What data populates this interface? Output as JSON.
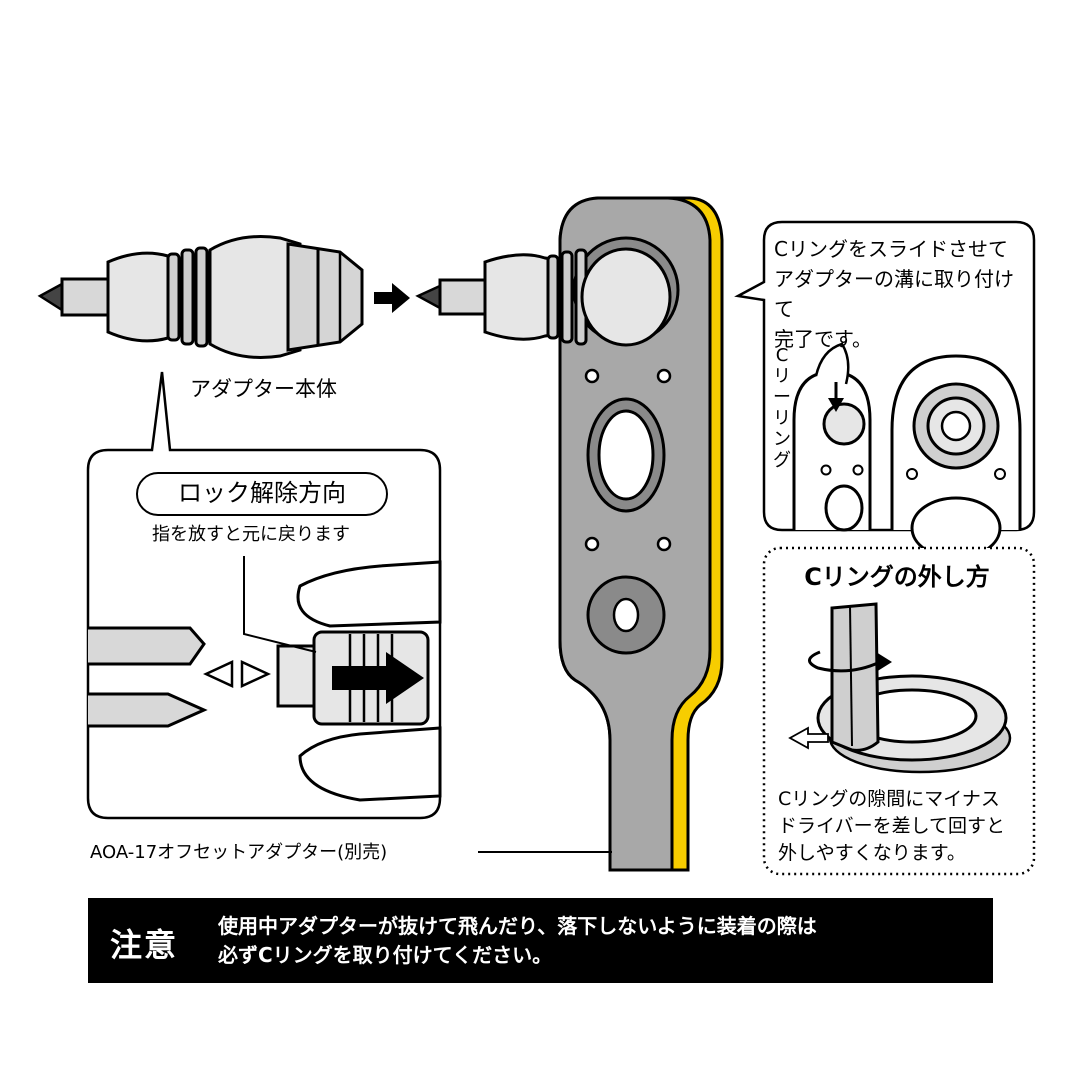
{
  "labels": {
    "adapter_body": "アダプター本体",
    "lock_release": "ロック解除方向",
    "finger_note": "指を放すと元に戻ります",
    "model_name": "AOA-17オフセットアダプター(別売)",
    "cring_vertical": [
      "C",
      "リ",
      "ー",
      "リ",
      "ン",
      "グ"
    ],
    "callout_lines": [
      "Cリングをスライドさせて",
      "アダプターの溝に取り付けて",
      "完了です。"
    ],
    "cring_removal_title": "Cリングの外し方",
    "removal_lines": [
      "Cリングの隙間にマイナス",
      "ドライバーを差して回すと",
      "外しやすくなります。"
    ]
  },
  "warning": {
    "label": "注意",
    "line1": "使用中アダプターが抜けて飛んだり、落下しないように装着の際は",
    "line2": "必ずCリングを取り付けてください。"
  },
  "colors": {
    "wrench_gray": "#a8a8a8",
    "wrench_yellow": "#f7cd00",
    "metal_light": "#e6e6e6",
    "metal_mid": "#cfcfcf",
    "bit_dark": "#444444",
    "warning_bg": "#000000"
  }
}
